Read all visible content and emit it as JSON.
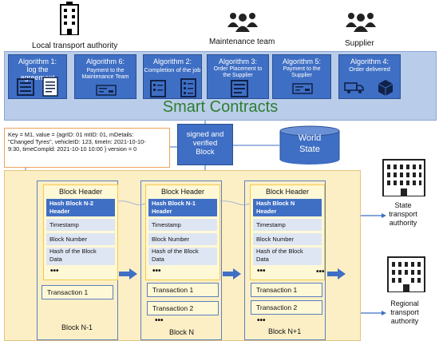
{
  "top": {
    "local_authority": "Local transport authority",
    "maintenance_team": "Maintenance team",
    "supplier": "Supplier"
  },
  "smart_contracts": {
    "title": "Smart Contracts",
    "algorithms": [
      {
        "title": "Algorithm 1:",
        "subtitle": "log the agreement"
      },
      {
        "title": "Algorithm 6:",
        "subtitle": "Payment to the Maintenance Team"
      },
      {
        "title": "Algorithm 2:",
        "subtitle": "Completion of the job"
      },
      {
        "title": "Algorithm 3:",
        "subtitle": "Order Placement to the Supplier"
      },
      {
        "title": "Algorithm 5:",
        "subtitle": "Payment to the Supplier"
      },
      {
        "title": "Algorithm 4:",
        "subtitle": "Order delivered"
      }
    ]
  },
  "key_value": {
    "line1": "Key = M1, value = {agrID: 01 mtID: 01, mDetails:",
    "line2": "\"Changed Tyres\", vehicleID: 123, timeIn: 2021-10-10-",
    "line3": "9:30, timeCompld: 2021-10-10 10:00 }  version = 0"
  },
  "signed_block": {
    "line1": "signed and",
    "line2": "verified",
    "line3": "Block"
  },
  "world_state": {
    "line1": "World",
    "line2": "State"
  },
  "blocks": [
    {
      "label": "Block N-1",
      "header_title": "Block Header",
      "hash_line1": "Hash Block  N-2",
      "hash_line2": "Header",
      "timestamp": "Timestamp",
      "block_number": "Block Number",
      "hash_data_line1": "Hash of the Block",
      "hash_data_line2": "Data",
      "dots": "•••",
      "transactions": [
        "Transaction 1"
      ]
    },
    {
      "label": "Block N",
      "header_title": "Block Header",
      "hash_line1": "Hash Block N-1",
      "hash_line2": "Header",
      "timestamp": "Timestamp",
      "block_number": "Block Number",
      "hash_data_line1": "Hash of the Block",
      "hash_data_line2": "Data",
      "dots": "•••",
      "transactions": [
        "Transaction 1",
        "Transaction 2"
      ],
      "tx_dots": "•••"
    },
    {
      "label": "Block N+1",
      "header_title": "Block Header",
      "hash_line1": "Hash Block N",
      "hash_line2": "Header",
      "timestamp": "Timestamp",
      "block_number": "Block Number",
      "hash_data_line1": "Hash of the Block",
      "hash_data_line2": "Data",
      "dots": "•••",
      "transactions": [
        "Transaction 1",
        "Transaction 2"
      ],
      "tx_dots": "•••"
    }
  ],
  "right": {
    "state_line1": "State",
    "state_line2": "transport",
    "state_line3": "authority",
    "regional_line1": "Regional",
    "regional_line2": "transport",
    "regional_line3": "authority",
    "chain_dots": "•••"
  },
  "colors": {
    "algo_blue": "#3f6fc4",
    "panel_blue": "#b9cdea",
    "chain_yellow": "#fdefc5",
    "smart_green": "#2f7d2f",
    "kv_orange": "#f0a25a"
  }
}
